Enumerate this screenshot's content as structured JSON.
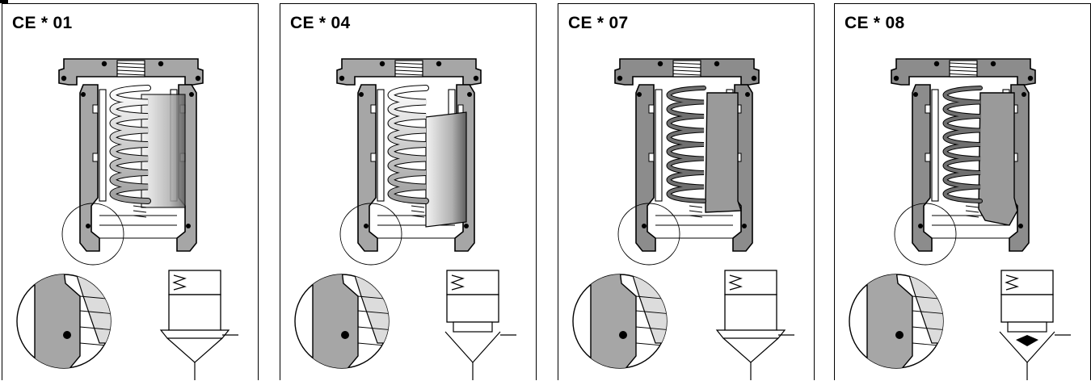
{
  "panels": [
    {
      "title": "CE * 01",
      "variant": "01"
    },
    {
      "title": "CE * 04",
      "variant": "04"
    },
    {
      "title": "CE * 07",
      "variant": "07"
    },
    {
      "title": "CE * 08",
      "variant": "08"
    }
  ],
  "colors": {
    "body": "#a6a6a6",
    "body_dark": "#8c8c8c",
    "line": "#000000",
    "piston_light": "#d9d9d9",
    "piston_mid": "#9a9a9a",
    "piston_dark": "#6f6f6f",
    "detail_fill": "#dcdcdc",
    "background": "#ffffff"
  }
}
